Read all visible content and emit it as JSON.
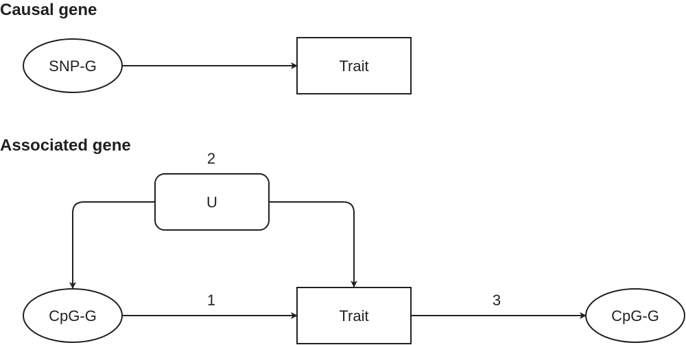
{
  "sections": {
    "causal": {
      "title": "Causal gene",
      "nodes": {
        "snp": "SNP-G",
        "trait": "Trait"
      }
    },
    "associated": {
      "title": "Associated gene",
      "nodes": {
        "confounder": "U",
        "cpg_left": "CpG-G",
        "trait": "Trait",
        "cpg_right": "CpG-G"
      },
      "edge_labels": {
        "cpg_to_trait": "1",
        "confounder": "2",
        "trait_to_cpg": "3"
      }
    }
  },
  "colors": {
    "stroke": "#231f20",
    "fill": "#ffffff"
  }
}
